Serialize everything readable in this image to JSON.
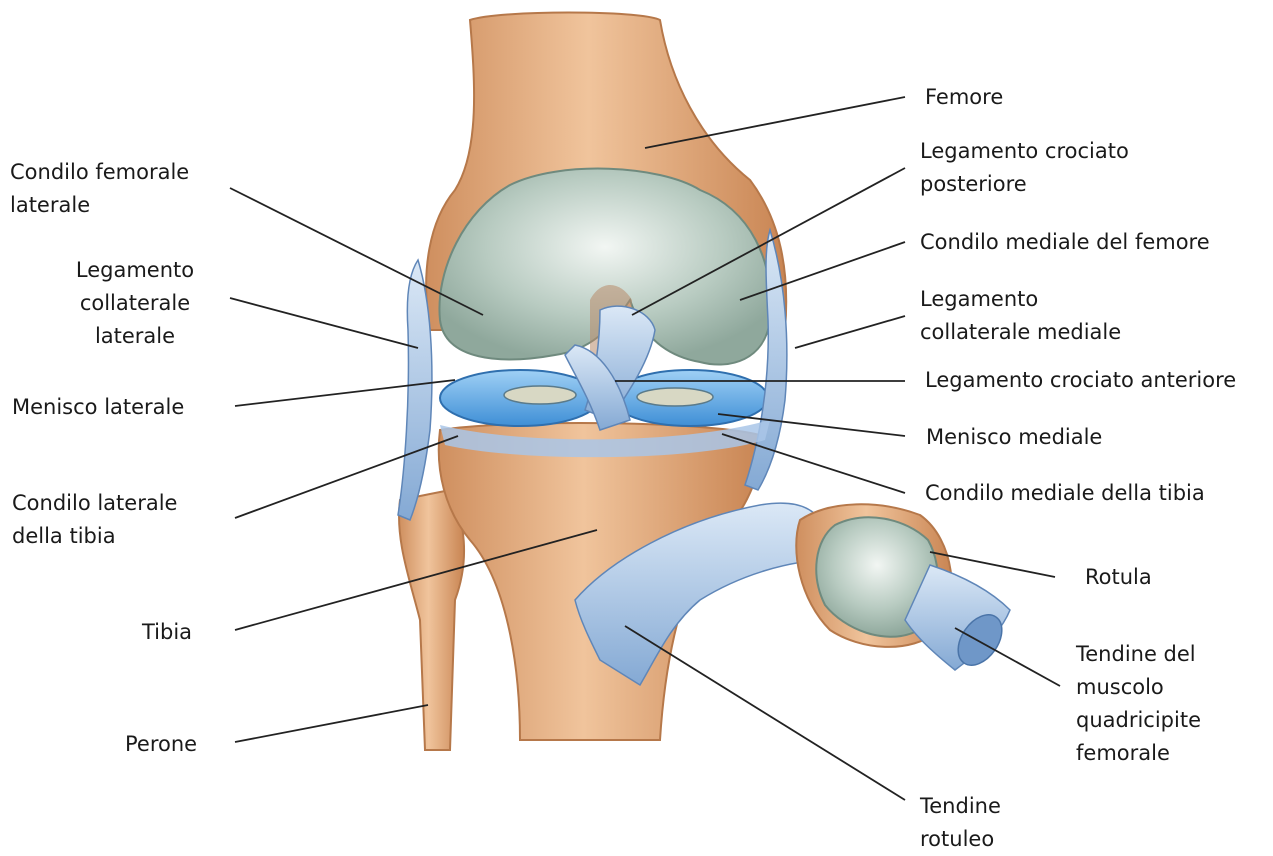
{
  "labels_left": {
    "condilo_femorale_laterale": [
      "Condilo femorale",
      "laterale"
    ],
    "legamento_collaterale_laterale": [
      "Legamento",
      "collaterale",
      "laterale"
    ],
    "menisco_laterale": [
      "Menisco laterale"
    ],
    "condilo_laterale_tibia": [
      "Condilo laterale",
      "della tibia"
    ],
    "tibia": [
      "Tibia"
    ],
    "perone": [
      "Perone"
    ]
  },
  "labels_right": {
    "femore": [
      "Femore"
    ],
    "legamento_crociato_posteriore": [
      "Legamento crociato",
      "posteriore"
    ],
    "condilo_mediale_femore": [
      "Condilo mediale del femore"
    ],
    "legamento_collaterale_mediale": [
      "Legamento",
      "collaterale mediale"
    ],
    "legamento_crociato_anteriore": [
      "Legamento crociato anteriore"
    ],
    "menisco_mediale": [
      "Menisco mediale"
    ],
    "condilo_mediale_tibia": [
      "Condilo mediale della tibia"
    ],
    "rotula": [
      "Rotula"
    ],
    "tendine_quadricipite": [
      "Tendine del",
      "muscolo",
      "quadricipite",
      "femorale"
    ],
    "tendine_rotuleo": [
      "Tendine",
      "rotuleo"
    ]
  },
  "colors": {
    "bone": "#e3a877",
    "bone_dark": "#c98a5a",
    "cartilage": "#b9cbc2",
    "cartilage_light": "#e6efea",
    "ligament": "#7fa8d8",
    "ligament_light": "#c9dcf2",
    "meniscus": "#5ea4e0",
    "leader": "#222222"
  }
}
